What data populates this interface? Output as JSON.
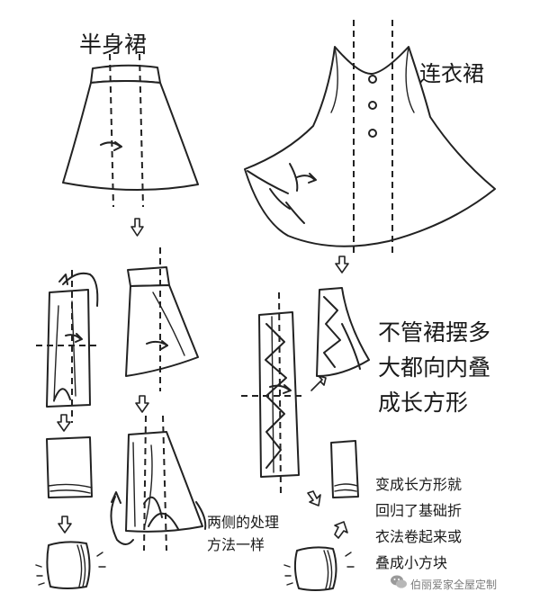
{
  "labels": {
    "skirt": "半身裙",
    "dress": "连衣裙",
    "fold_inward": [
      "不管裙摆多",
      "大都向内叠",
      "成长方形"
    ],
    "both_sides": [
      "两侧的处理",
      "方法一样"
    ],
    "roll_up": [
      "变成长方形就",
      "回归了基础折",
      "衣法卷起来或",
      "叠成小方块"
    ],
    "watermark": "伯丽爱家全屋定制"
  },
  "icons": [
    "fold-arrow-icon",
    "down-arrow-icon",
    "wechat-icon"
  ]
}
